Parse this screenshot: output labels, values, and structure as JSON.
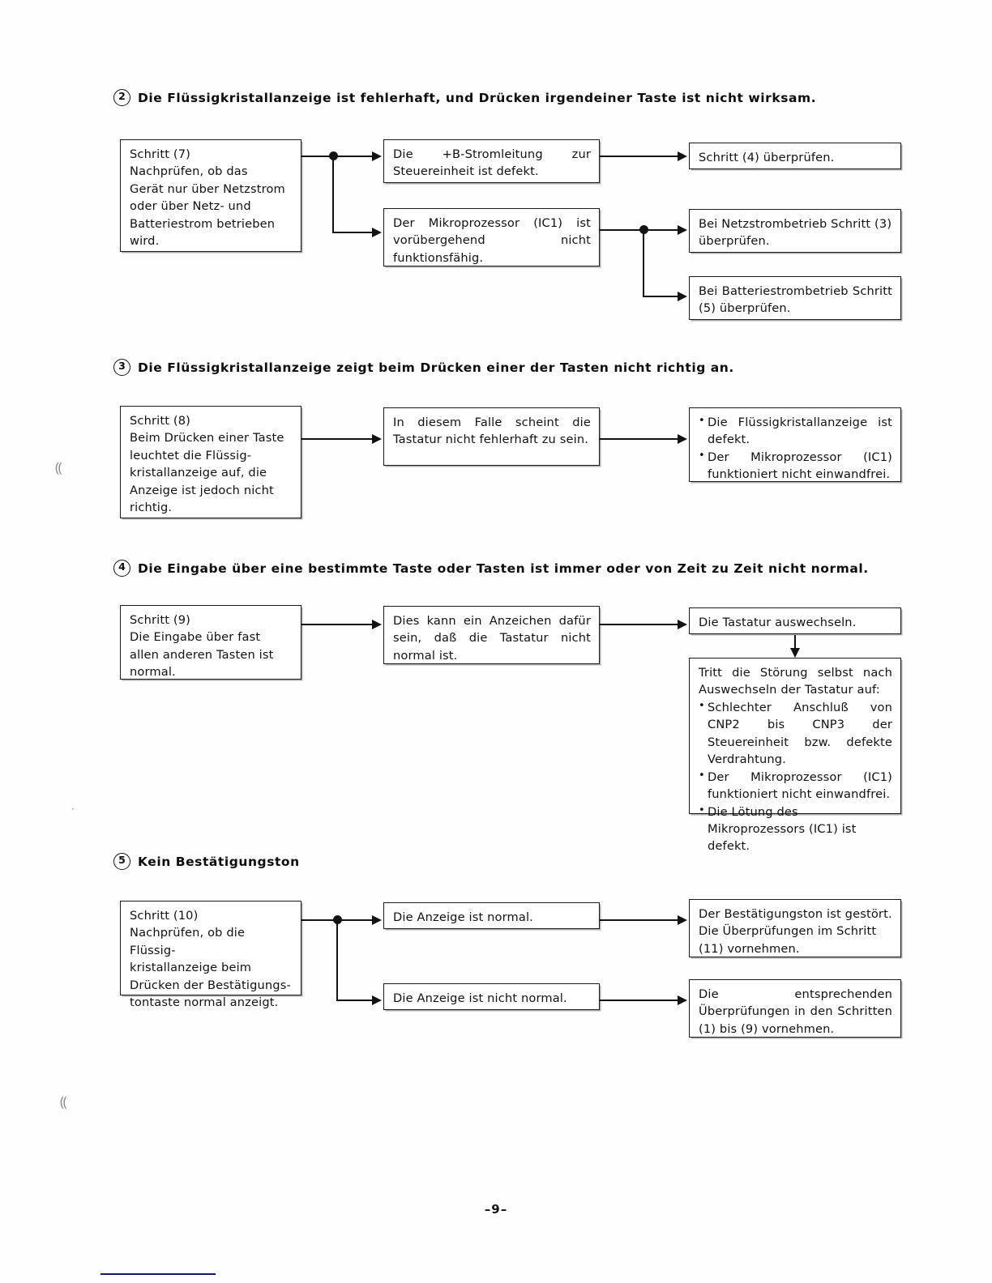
{
  "page": {
    "number": "–9–",
    "language": "de"
  },
  "sections": [
    {
      "id": "section-2",
      "number": "2",
      "heading": "Die Flüssigkristallanzeige ist fehlerhaft, und Drücken irgendeiner Taste ist nicht wirksam.",
      "boxes": {
        "step": {
          "lines": [
            "Schritt (7)",
            "Nachprüfen, ob das",
            "Gerät nur über Netzstrom",
            "oder über Netz- und",
            "Batteriestrom betrieben",
            "wird."
          ]
        },
        "cause_1": "Die +B-Stromleitung zur Steuereinheit ist defekt.",
        "cause_2": "Der Mikroprozessor (IC1) ist vorübergehend nicht funktionsfähig.",
        "action_1": "Schritt (4) überprüfen.",
        "action_2": "Bei Netzstrombetrieb Schritt (3) überprüfen.",
        "action_3": "Bei Batteriestrombetrieb Schritt (5) überprüfen."
      }
    },
    {
      "id": "section-3",
      "number": "3",
      "heading": "Die Flüssigkristallanzeige zeigt beim Drücken einer der Tasten nicht richtig an.",
      "boxes": {
        "step": {
          "lines": [
            "Schritt (8)",
            "Beim Drücken einer Taste",
            "leuchtet die Flüssig-",
            "kristallanzeige auf, die",
            "Anzeige ist jedoch nicht",
            "richtig."
          ]
        },
        "cause_1": "In diesem Falle scheint die Tastatur nicht fehlerhaft zu sein.",
        "action_bullets": [
          "Die Flüssigkristallanzeige ist defekt.",
          "Der Mikroprozessor (IC1) funktioniert nicht einwandfrei."
        ]
      }
    },
    {
      "id": "section-4",
      "number": "4",
      "heading": "Die Eingabe über eine bestimmte Taste oder Tasten ist immer oder von Zeit zu Zeit nicht normal.",
      "boxes": {
        "step": {
          "lines": [
            "Schritt (9)",
            "Die Eingabe über fast",
            "allen anderen Tasten ist",
            "normal."
          ]
        },
        "cause_1": "Dies kann ein Anzeichen dafür sein, daß die Tastatur nicht normal ist.",
        "action_1": "Die Tastatur auswechseln.",
        "followup": {
          "lead": "Tritt die Störung selbst nach Auswechseln der Tastatur auf:",
          "bullets": [
            "Schlechter Anschluß von CNP2 bis CNP3 der Steuereinheit bzw. defekte Verdrahtung.",
            "Der Mikroprozessor (IC1) funktioniert nicht einwandfrei.",
            "Die Lötung des Mikroprozessors (IC1) ist defekt."
          ]
        }
      }
    },
    {
      "id": "section-5",
      "number": "5",
      "heading": "Kein Bestätigungston",
      "boxes": {
        "step": {
          "lines": [
            "Schritt (10)",
            "Nachprüfen, ob die Flüssig-",
            "kristallanzeige beim",
            "Drücken der Bestätigungs-",
            "tontaste normal anzeigt."
          ]
        },
        "cause_1": "Die Anzeige ist normal.",
        "cause_2": "Die Anzeige ist nicht normal.",
        "action_1": "Der Bestätigungston ist gestört. Die Überprüfungen im Schritt (11) vornehmen.",
        "action_2": "Die entsprechenden Überprüfungen in den Schritten (1) bis (9) vornehmen."
      }
    }
  ],
  "margin_marks": [
    "⸨",
    "·",
    "⸨"
  ],
  "colors": {
    "ink": "#131313",
    "paper": "#fefefe",
    "bottom_rule": "#131b63"
  }
}
